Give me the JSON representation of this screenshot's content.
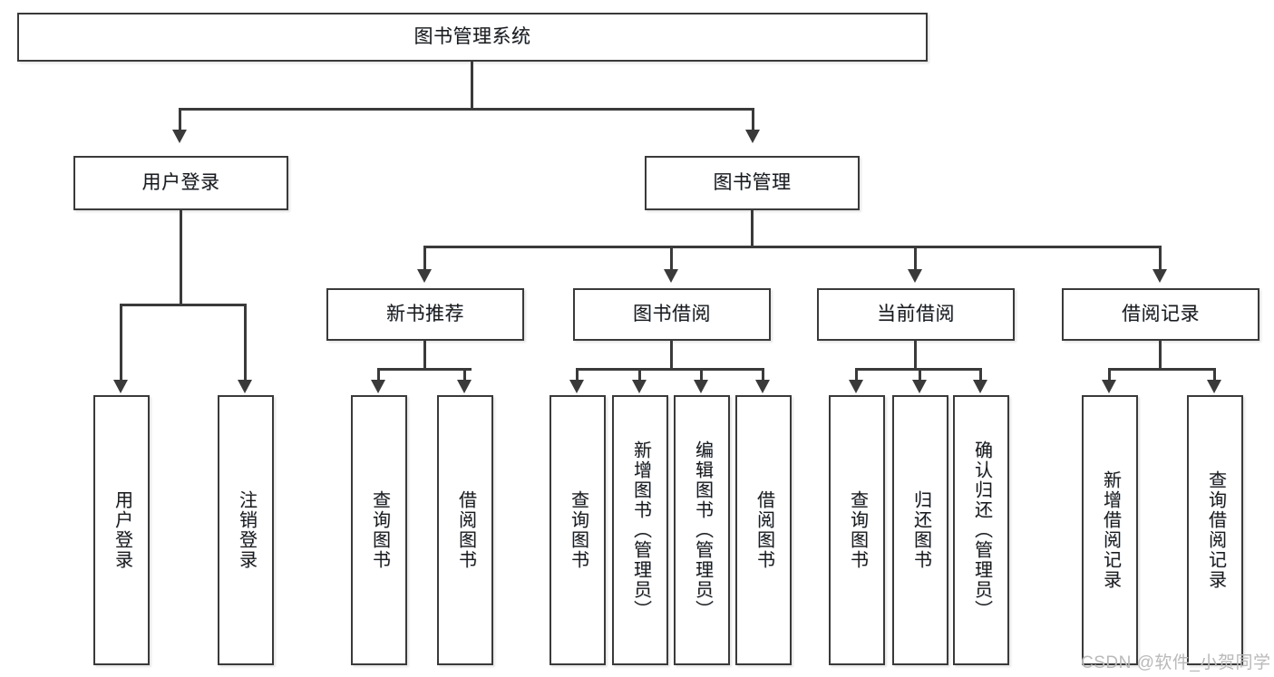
{
  "diagram": {
    "title": "图书管理系统",
    "type": "tree-hierarchy-diagram",
    "colors": {
      "background": "#ffffff",
      "border": "#3a3a3a",
      "text": "#1b1b1b",
      "connector": "#3a3a3a",
      "watermark": "#b9b9b9"
    }
  },
  "nodes": {
    "root": {
      "label": "图书管理系统"
    },
    "level2": [
      {
        "id": "user-login",
        "label": "用户登录"
      },
      {
        "id": "book-management",
        "label": "图书管理"
      }
    ],
    "level3": [
      {
        "id": "new-book-recommend",
        "label": "新书推荐"
      },
      {
        "id": "book-borrow",
        "label": "图书借阅"
      },
      {
        "id": "current-borrow",
        "label": "当前借阅"
      },
      {
        "id": "borrow-record",
        "label": "借阅记录"
      }
    ],
    "leaves": {
      "user_login": [
        {
          "id": "leaf-user-login",
          "label": "用户登录"
        },
        {
          "id": "leaf-logout-login",
          "label": "注销登录"
        }
      ],
      "new_book_recommend": [
        {
          "id": "leaf-query-book-1",
          "label": "查询图书"
        },
        {
          "id": "leaf-borrow-book-1",
          "label": "借阅图书"
        }
      ],
      "book_borrow": [
        {
          "id": "leaf-query-book-2",
          "label": "查询图书"
        },
        {
          "id": "leaf-add-book",
          "label": "新增图书（管理员）"
        },
        {
          "id": "leaf-edit-book",
          "label": "编辑图书（管理员）"
        },
        {
          "id": "leaf-borrow-book-2",
          "label": "借阅图书"
        }
      ],
      "current_borrow": [
        {
          "id": "leaf-query-book-3",
          "label": "查询图书"
        },
        {
          "id": "leaf-return-book",
          "label": "归还图书"
        },
        {
          "id": "leaf-confirm-return",
          "label": "确认归还（管理员）"
        }
      ],
      "borrow_record": [
        {
          "id": "leaf-add-record",
          "label": "新增借阅记录"
        },
        {
          "id": "leaf-query-record",
          "label": "查询借阅记录"
        }
      ]
    }
  },
  "watermark": {
    "text": "CSDN @软件_小贺同学"
  }
}
